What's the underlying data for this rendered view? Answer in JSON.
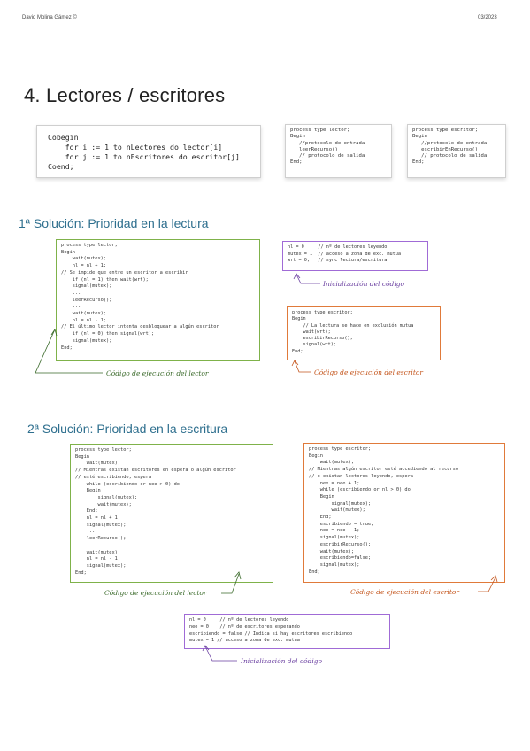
{
  "header": {
    "author": "David Molina Gámez ©",
    "date": "03/2023"
  },
  "title": "4. Lectores / escritores",
  "intro": {
    "cobegin": "Cobegin\n    for i := 1 to nLectores do lector[i]\n    for j := 1 to nEscritores do escritor[j]\nCoend;",
    "lector": "process type lector;\nBegin\n   //protocolo de entrada\n   leerRecurso()\n   // protocolo de salida\nEnd;",
    "escritor": "process type escritor;\nBegin\n   //protocolo de entrada\n   escribirEnRecurso()\n   // protocolo de salida\nEnd;"
  },
  "sol1": {
    "heading": "1ª Solución: Prioridad en la lectura",
    "lector_code": "process type lector;\nBegin\n    wait(mutex);\n    nl = nl + 1;\n// Se impide que entre un escritor a escribir\n    if (nl = 1) then wait(wrt);\n    signal(mutex);\n    ...\n    leerRecurso();\n    ...\n    wait(mutex);\n    nl = nl - 1;\n// El último lector intenta desbloquear a algún escritor\n    if (nl = 0) then signal(wrt);\n    signal(mutex);\nEnd;",
    "init_code": "nl = 0     // nº de lectores leyendo\nmutex = 1  // acceso a zona de exc. mutua\nwrt = 0;   // sync lectura/escritura",
    "init_label": "Inicialización del código",
    "escritor_code": "process type escritor;\nBegin\n    // La lectura se hace en exclusión mutua\n    wait(wrt);\n    escribirRecurso();\n    signal(wrt);\nEnd;",
    "lector_label": "Código de ejecución del lector",
    "escritor_label": "Código de ejecución del escritor"
  },
  "sol2": {
    "heading": "2ª Solución: Prioridad en la escritura",
    "lector_code": "process type lector;\nBegin\n    wait(mutex);\n// Mientras existan escritores en espera o algún escritor\n// esté escribiendo, espera\n    while (escribiendo or nee > 0) do\n    Begin\n        signal(mutex);\n        wait(mutex);\n    End;\n    nl = nl + 1;\n    signal(mutex);\n    ...\n    leerRecurso();\n    ...\n    wait(mutex);\n    nl = nl - 1;\n    signal(mutex);\nEnd;",
    "escritor_code": "process type escritor;\nBegin\n    wait(mutex);\n// Mientras algún escritor esté accediendo al recurso\n// o existan lectores leyendo, espera\n    nee = nee + 1;\n    while (escribiendo or nl > 0) do\n    Begin\n        signal(mutex);\n        wait(mutex);\n    End;\n    escribiendo = true;\n    nee = nee - 1;\n    signal(mutex);\n    escribirRecurso();\n    wait(mutex);\n    escribiendo=false;\n    signal(mutex);\nEnd;",
    "init_code": "nl = 0     // nº de lectores leyendo\nnee = 0    // nº de escritores esperando\nescribiendo = false // Indica si hay escritores escribiendo\nmutex = 1 // acceso a zona de exc. mutua",
    "lector_label": "Código de ejecución del lector",
    "escritor_label": "Código de ejecución del escritor",
    "init_label": "Inicialización del código"
  },
  "colors": {
    "green": "#7fb24a",
    "purple": "#a06bd6",
    "orange": "#e07a3a",
    "heading_blue": "#2e6f8e"
  }
}
